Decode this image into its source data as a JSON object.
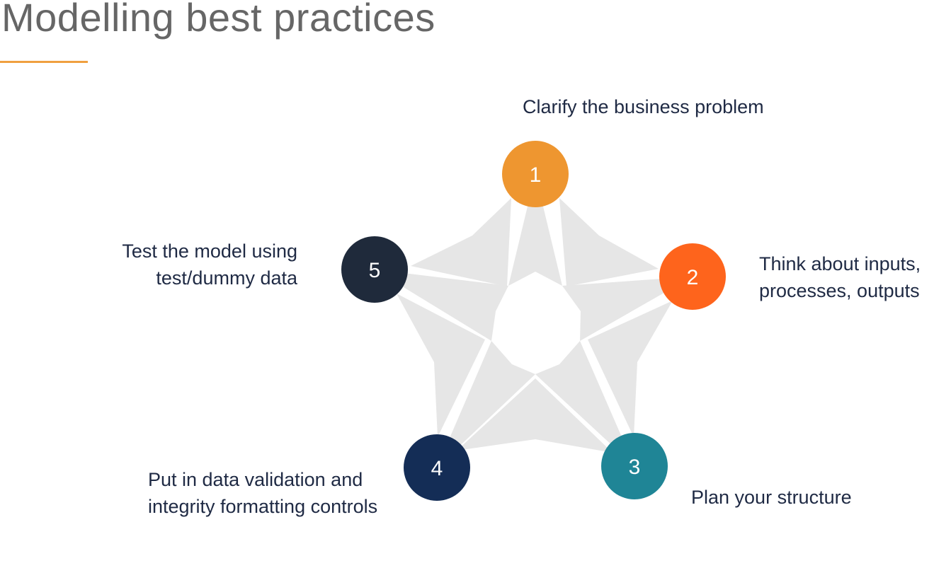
{
  "title": "Modelling best practices",
  "colors": {
    "title_text": "#666666",
    "accent_underline": "#f0a040",
    "star_fill": "#e6e6e6",
    "label_text": "#1f2a44"
  },
  "steps": [
    {
      "number": "1",
      "lines": [
        "Clarify the business  problem"
      ],
      "color": "#ee9630"
    },
    {
      "number": "2",
      "lines": [
        "Think about inputs,",
        "processes, outputs"
      ],
      "color": "#fe641c"
    },
    {
      "number": "3",
      "lines": [
        "Plan your structure"
      ],
      "color": "#1f8596"
    },
    {
      "number": "4",
      "lines": [
        "Put in data validation and",
        "integrity formatting controls"
      ],
      "color": "#142d56"
    },
    {
      "number": "5",
      "lines": [
        "Test the model using",
        "test/dummy data"
      ],
      "color": "#1f2a3b"
    }
  ]
}
